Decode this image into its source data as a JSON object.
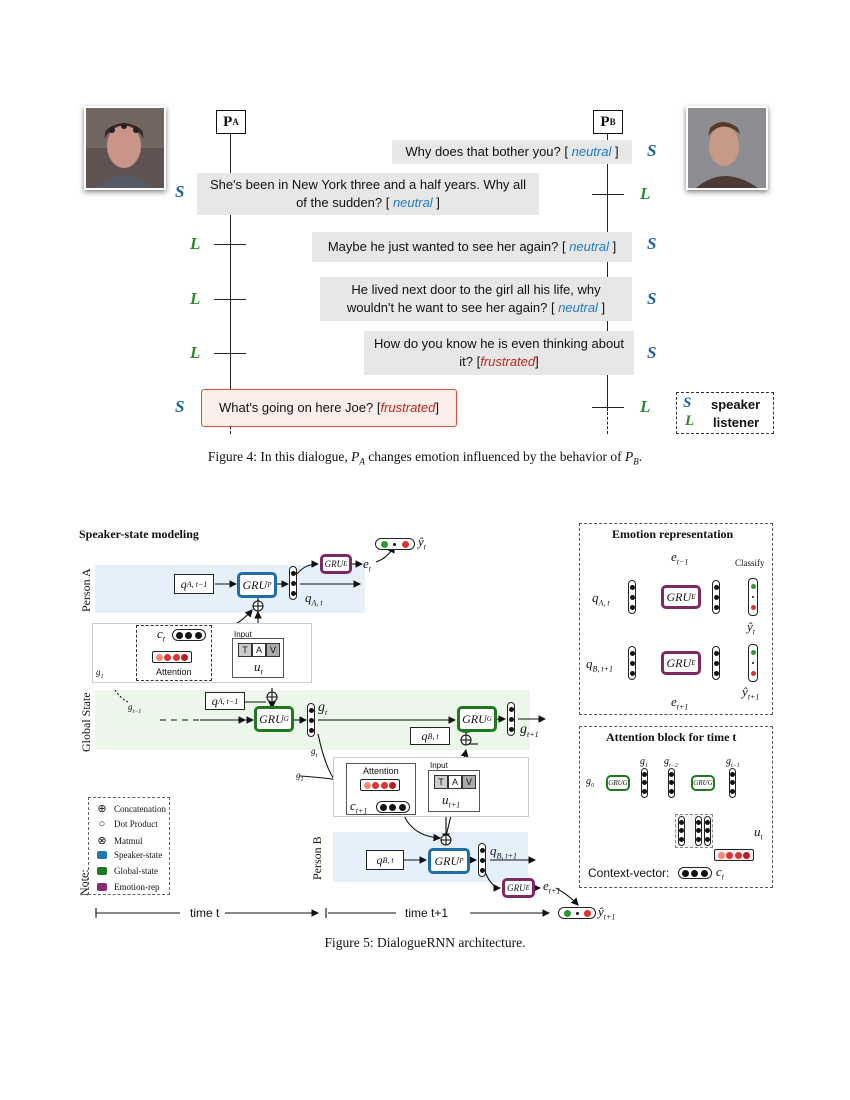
{
  "figure4": {
    "speaker_a": {
      "letter": "P",
      "sub": "A"
    },
    "speaker_b": {
      "letter": "P",
      "sub": "B"
    },
    "utterances": [
      {
        "pre": "Why does that bother you? [ ",
        "emotion": "neutral",
        "post": " ]",
        "speaker": "B"
      },
      {
        "pre": "She's been in New York three and a half years. Why all of the sudden? [ ",
        "emotion": "neutral",
        "post": " ]",
        "speaker": "A"
      },
      {
        "pre": "Maybe he just wanted to see her again? [ ",
        "emotion": "neutral",
        "post": " ]",
        "speaker": "B"
      },
      {
        "pre": "He lived next door to the girl all his life, why wouldn't he want to see her again? [ ",
        "emotion": "neutral",
        "post": " ]",
        "speaker": "B"
      },
      {
        "pre": "How do you know he is even thinking about it? [",
        "emotion": "frustrated",
        "post": "]",
        "speaker": "B"
      },
      {
        "pre": "What's going on here Joe? [",
        "emotion": "frustrated",
        "post": "]",
        "speaker": "A"
      }
    ],
    "legend": {
      "speaker": "speaker",
      "listener": "listener"
    },
    "caption": "Figure 4: In this dialogue, P_A changes emotion influenced by the behavior of P_B.",
    "caption_pre": "Figure 4: In this dialogue, ",
    "caption_mid": " changes emotion influenced by the behavior of ",
    "caption_post": "."
  },
  "figure5": {
    "title_speaker_state": "Speaker-state modeling",
    "person_a": "Person A",
    "person_b": "Person B",
    "global_state": "Global State",
    "note": "Note:",
    "attention": "Attention",
    "input": "Input",
    "tav": [
      "T",
      "A",
      "V"
    ],
    "time_t": "time t",
    "time_t1": "time t+1",
    "emotion_rep_title": "Emotion representation",
    "classify": "Classify",
    "attention_block_title": "Attention block for time t",
    "context_vector": "Context-vector:",
    "legend": [
      {
        "label": "Concatenation",
        "icon": "concat-icon"
      },
      {
        "label": "Dot Product",
        "icon": "dot-product-icon"
      },
      {
        "label": "Matmul",
        "icon": "matmul-icon"
      },
      {
        "label": "Speaker-state",
        "color": "#1f77b4"
      },
      {
        "label": "Global-state",
        "color": "#1e7a1e"
      },
      {
        "label": "Emotion-rep",
        "color": "#8b2a6e"
      }
    ],
    "caption": "Figure 5: DialogueRNN architecture."
  },
  "colors": {
    "speaker": "#1f6ea8",
    "global": "#1e7a1e",
    "emotion": "#7d2a63",
    "neutral": "#1f7ac2",
    "frustrated": "#c0271d"
  }
}
